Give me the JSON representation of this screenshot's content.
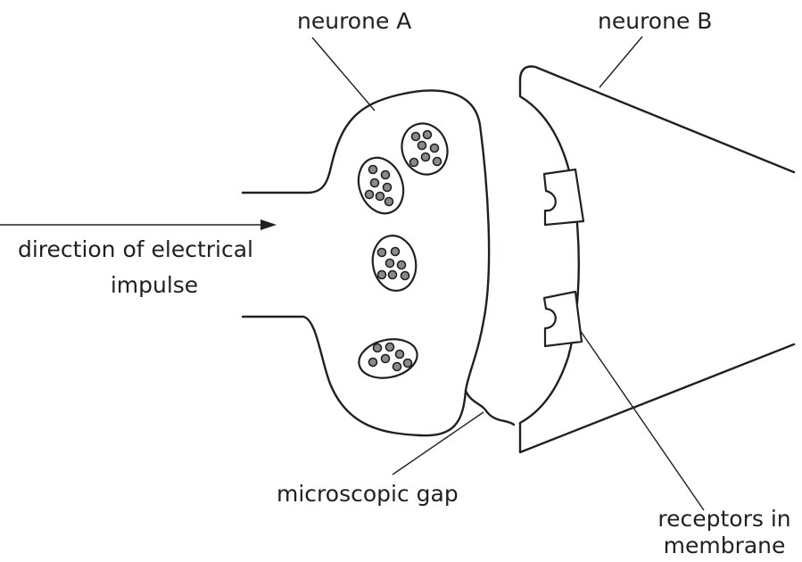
{
  "labels": {
    "neurone_a": "neurone A",
    "neurone_b": "neurone B",
    "direction_line1": "direction of electrical",
    "direction_line2": "impulse",
    "gap": "microscopic gap",
    "receptors_line1": "receptors in",
    "receptors_line2": "membrane"
  },
  "structure": {
    "vesicle_count": 4,
    "receptor_count": 2
  },
  "colors": {
    "ink": "#231f20",
    "neurotransmitter": "#8a8a8a",
    "background": "#ffffff"
  }
}
